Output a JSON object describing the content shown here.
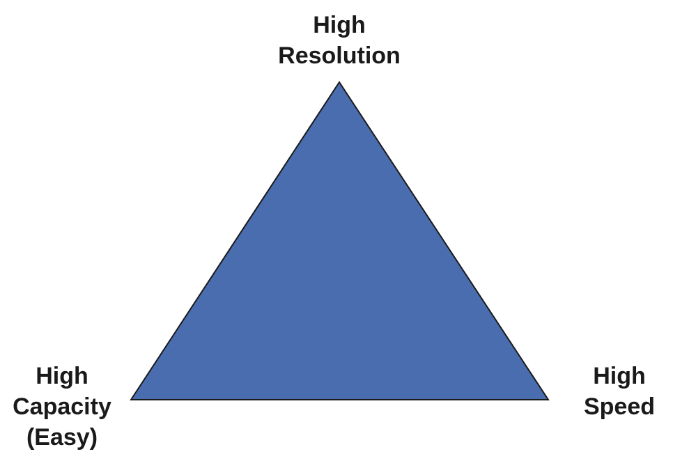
{
  "colors": {
    "triangle_fill": "#4a6db0",
    "triangle_stroke": "#1a1a1a",
    "text": "#1a1a1a",
    "background": "#ffffff"
  },
  "vertices": {
    "top": {
      "line1": "High",
      "line2": "Resolution"
    },
    "left": {
      "line1": "High",
      "line2": "Capacity",
      "line3": "(Easy)"
    },
    "right": {
      "line1": "High",
      "line2": "Speed"
    }
  }
}
